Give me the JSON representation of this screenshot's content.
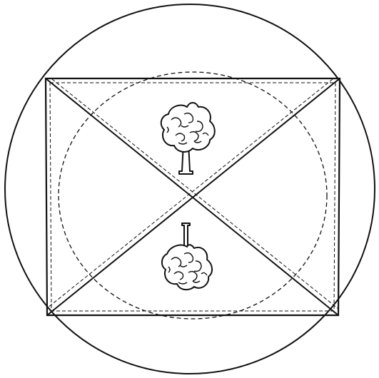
{
  "figure": {
    "ink_color": "#111111",
    "background_color": "#ffffff",
    "elements": [
      "outer-circle",
      "inscribed-rectangle",
      "dashed-inner-ellipse",
      "diagonal-double-line-a",
      "diagonal-double-line-b",
      "upright-tree-icon",
      "inverted-tree-icon"
    ]
  }
}
